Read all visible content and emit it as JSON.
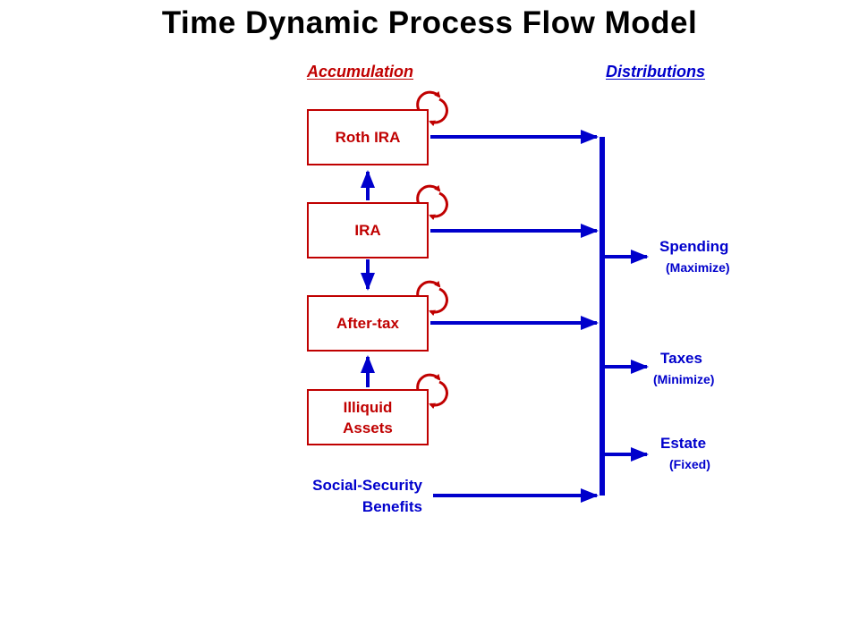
{
  "title": "Time Dynamic Process Flow Model",
  "headers": {
    "accumulation": "Accumulation",
    "distributions": "Distributions"
  },
  "accounts": [
    {
      "label": "Roth IRA"
    },
    {
      "label": "IRA"
    },
    {
      "label": "After-tax"
    },
    {
      "label": "Illiquid\nAssets"
    }
  ],
  "social_security": {
    "line1": "Social-Security",
    "line2": "Benefits"
  },
  "outputs": [
    {
      "label": "Spending",
      "sub": "(Maximize)"
    },
    {
      "label": "Taxes",
      "sub": "(Minimize)"
    },
    {
      "label": "Estate",
      "sub": "(Fixed)"
    }
  ],
  "colors": {
    "accent_red": "#c00000",
    "flow_blue": "#0000cc",
    "title": "#000000"
  }
}
